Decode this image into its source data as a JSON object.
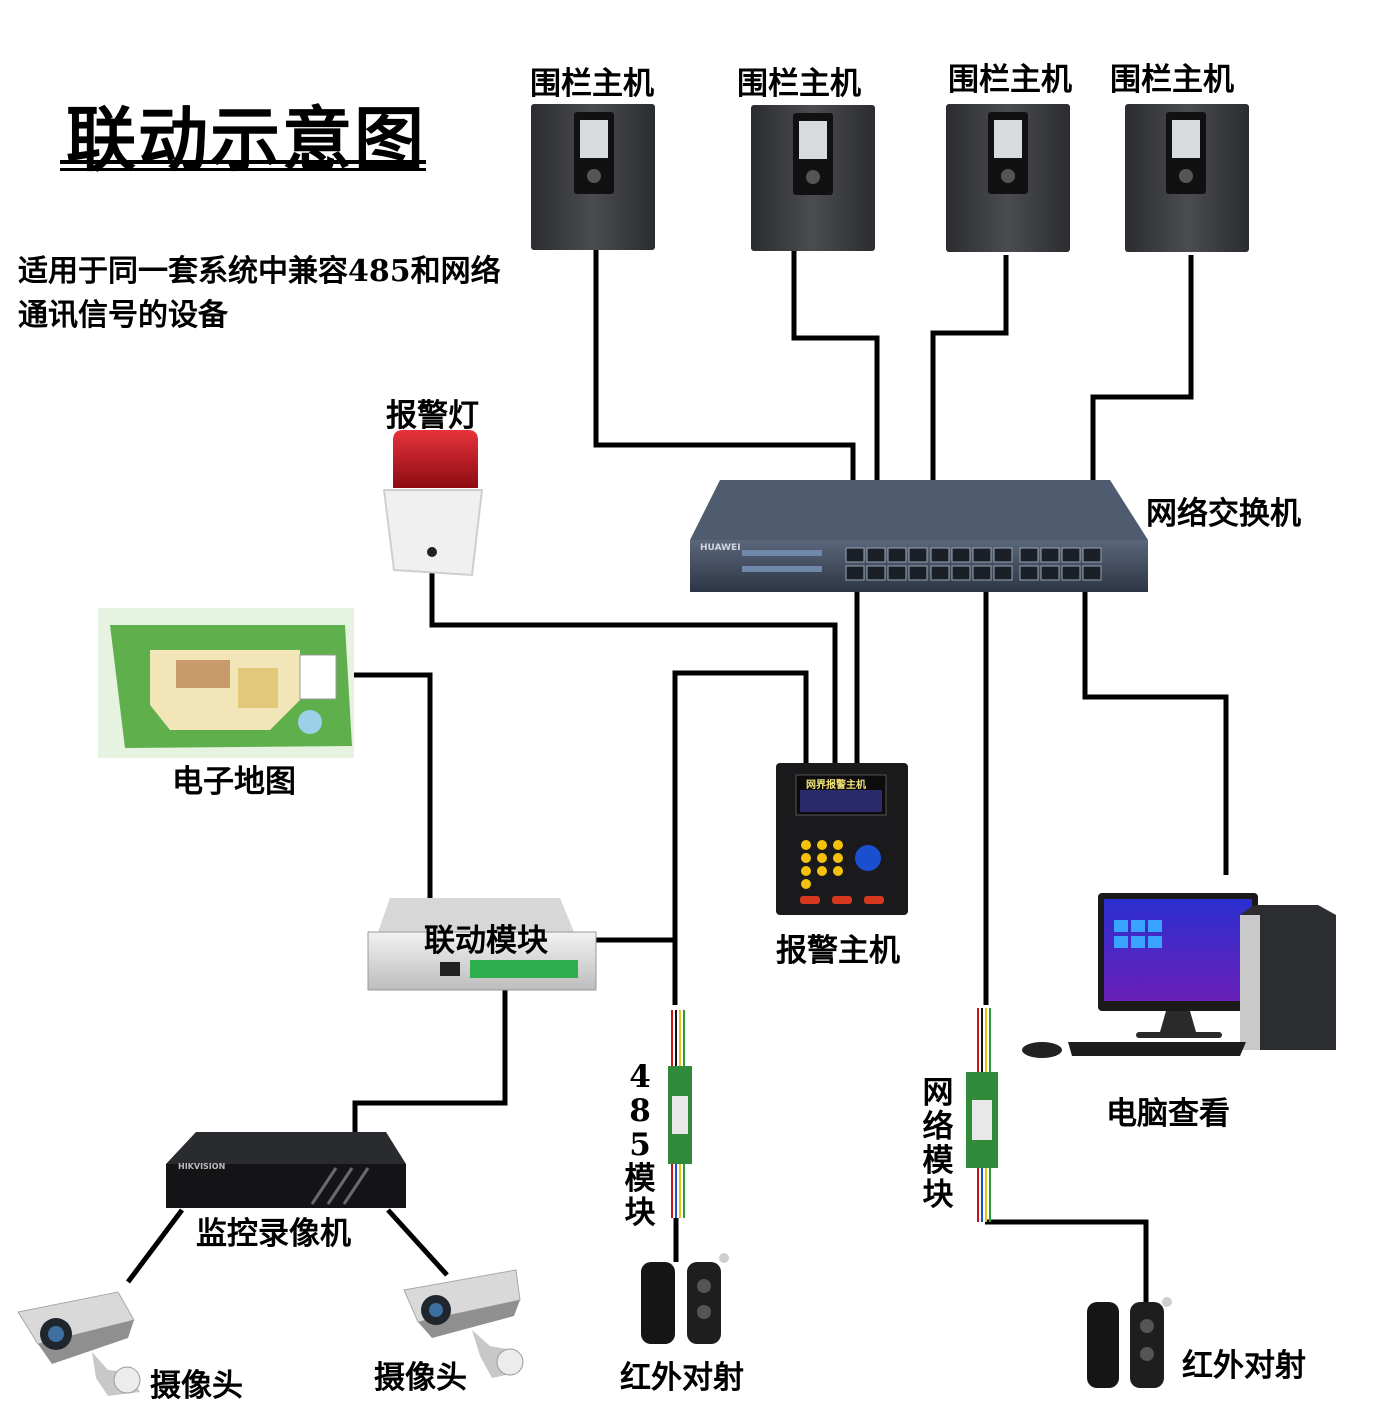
{
  "title": "联动示意图",
  "subtitle": "适用于同一套系统中兼容485和网络通讯信号的设备",
  "fence_hosts": [
    {
      "label": "围栏主机"
    },
    {
      "label": "围栏主机"
    },
    {
      "label": "围栏主机"
    },
    {
      "label": "围栏主机"
    }
  ],
  "nodes": {
    "switch": "网络交换机",
    "alarm_light": "报警灯",
    "e_map": "电子地图",
    "alarm_host": "报警主机",
    "linkage_module": "联动模块",
    "pc": "电脑查看",
    "module_485": "485模块",
    "network_module": "网络模块",
    "nvr": "监控录像机",
    "camera_left": "摄像头",
    "camera_right": "摄像头",
    "ir_left": "红外对射",
    "ir_right": "红外对射"
  },
  "device_text": {
    "switch_brand": "HUAWEI",
    "nvr_brand": "HIKVISION",
    "alarm_host_screen": "网界报警主机"
  },
  "colors": {
    "wire": "#000000",
    "device_dark": "#3a3c40",
    "switch_body": "#3b4556",
    "lamp_red": "#c8141c",
    "pcb_green": "#2f8a3a",
    "map_green": "#5fb04c"
  }
}
